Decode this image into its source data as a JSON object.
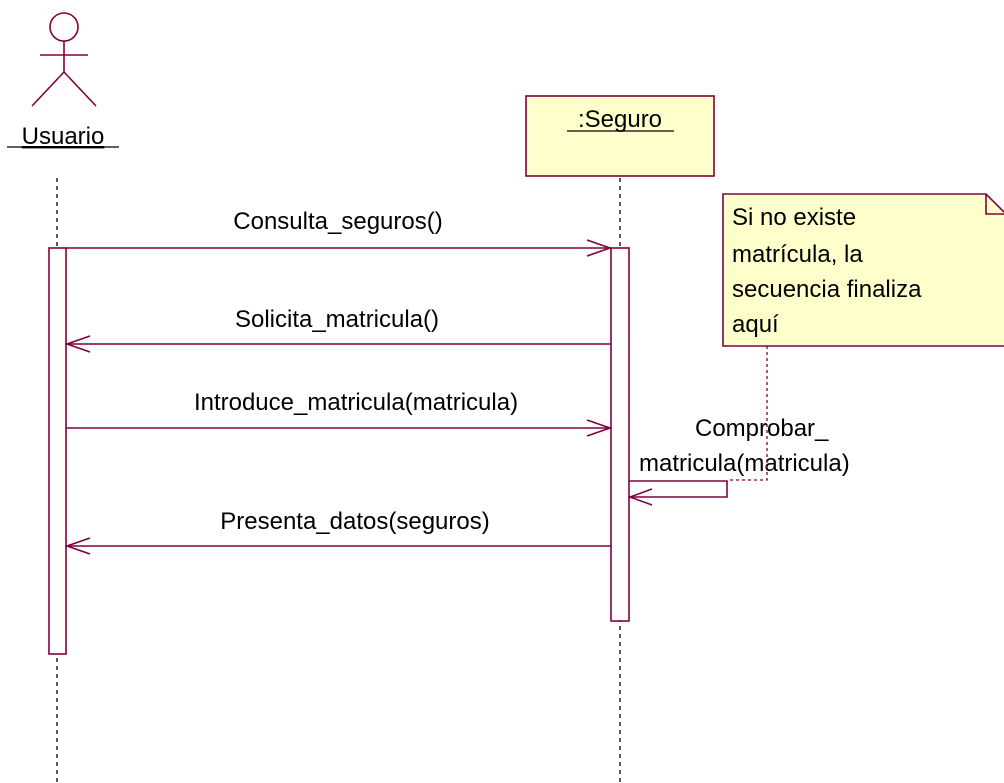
{
  "colors": {
    "line": "#800040",
    "object_fill": "#ffffcc",
    "note_fill": "#ffffcc",
    "lifeline_dash": "#000000",
    "note_anchor": "#800040",
    "background": "#ffffff"
  },
  "actor": {
    "name": "Usuario",
    "icon": "stick-figure-actor-icon"
  },
  "object": {
    "name": ":Seguro"
  },
  "messages": [
    {
      "label": "Consulta_seguros()",
      "direction": "right"
    },
    {
      "label": "Solicita_matricula()",
      "direction": "left"
    },
    {
      "label": "Introduce_matricula(matricula)",
      "direction": "right"
    },
    {
      "label_line1": "Comprobar_",
      "label_line2": "matricula(matricula)",
      "direction": "self"
    },
    {
      "label": "Presenta_datos(seguros)",
      "direction": "left"
    }
  ],
  "note": {
    "lines": [
      "Si no existe",
      "matrícula, la",
      "secuencia finaliza",
      "aquí"
    ]
  }
}
